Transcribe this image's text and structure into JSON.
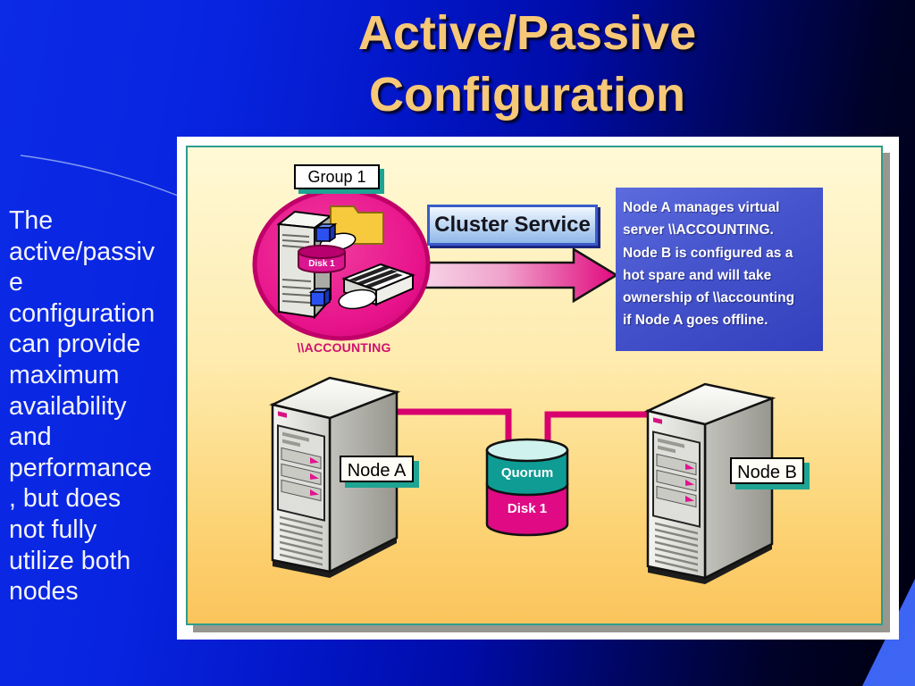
{
  "slide": {
    "title_lines": [
      "Active/Passive",
      "Configuration"
    ],
    "body_lines": [
      "The",
      "active/passiv",
      "e",
      "configuration",
      "can provide",
      "maximum",
      "availability",
      "and",
      "performance",
      ", but does",
      "not fully",
      "utilize both",
      "nodes"
    ]
  },
  "diagram": {
    "group_label": "Group 1",
    "share_label": "\\\\ACCOUNTING",
    "mini_disk_label": "Disk 1",
    "cluster_service_label": "Cluster Service",
    "note_lines": [
      "Node A manages virtual",
      "server \\\\ACCOUNTING.",
      "Node B is configured as a",
      "hot spare and will take",
      "ownership of \\\\accounting",
      "if Node A goes offline."
    ],
    "node_a_label": "Node A",
    "node_b_label": "Node B",
    "quorum_label": "Quorum",
    "disk1_label": "Disk 1"
  },
  "icons": {
    "server-tower-icon": "gray 3d tower polygons",
    "folder-icon": "yellow folder shape",
    "printer-icon": "white 3d printer with stripes",
    "hand-icon": "white glove ellipse",
    "disk-cylinder-icon": "magenta cylinder",
    "quorum-cylinder-icon": "teal cylinder",
    "connector-cube-icon": "blue 3d cube",
    "arrow-right-icon": "pink gradient block arrow",
    "decorative-curve": "thin light arc line"
  },
  "colors": {
    "background_blue": "#0C2BE6",
    "background_dark": "#000010",
    "corner_band_blue": "#3E66F4",
    "title_gold": "#F6C877",
    "panel_yellow_top": "#FFF9D6",
    "panel_yellow_bottom": "#FBC45C",
    "panel_border_teal": "#2E9C8C",
    "label_shadow_teal": "#1FA493",
    "circle_magenta": "#E8148C",
    "connector_magenta": "#D8006E",
    "note_box_blue": "#4050C8",
    "cluster_border_blue": "#3A5BC8",
    "quorum_teal": "#0E9C94",
    "disk_magenta": "#E00A84"
  }
}
